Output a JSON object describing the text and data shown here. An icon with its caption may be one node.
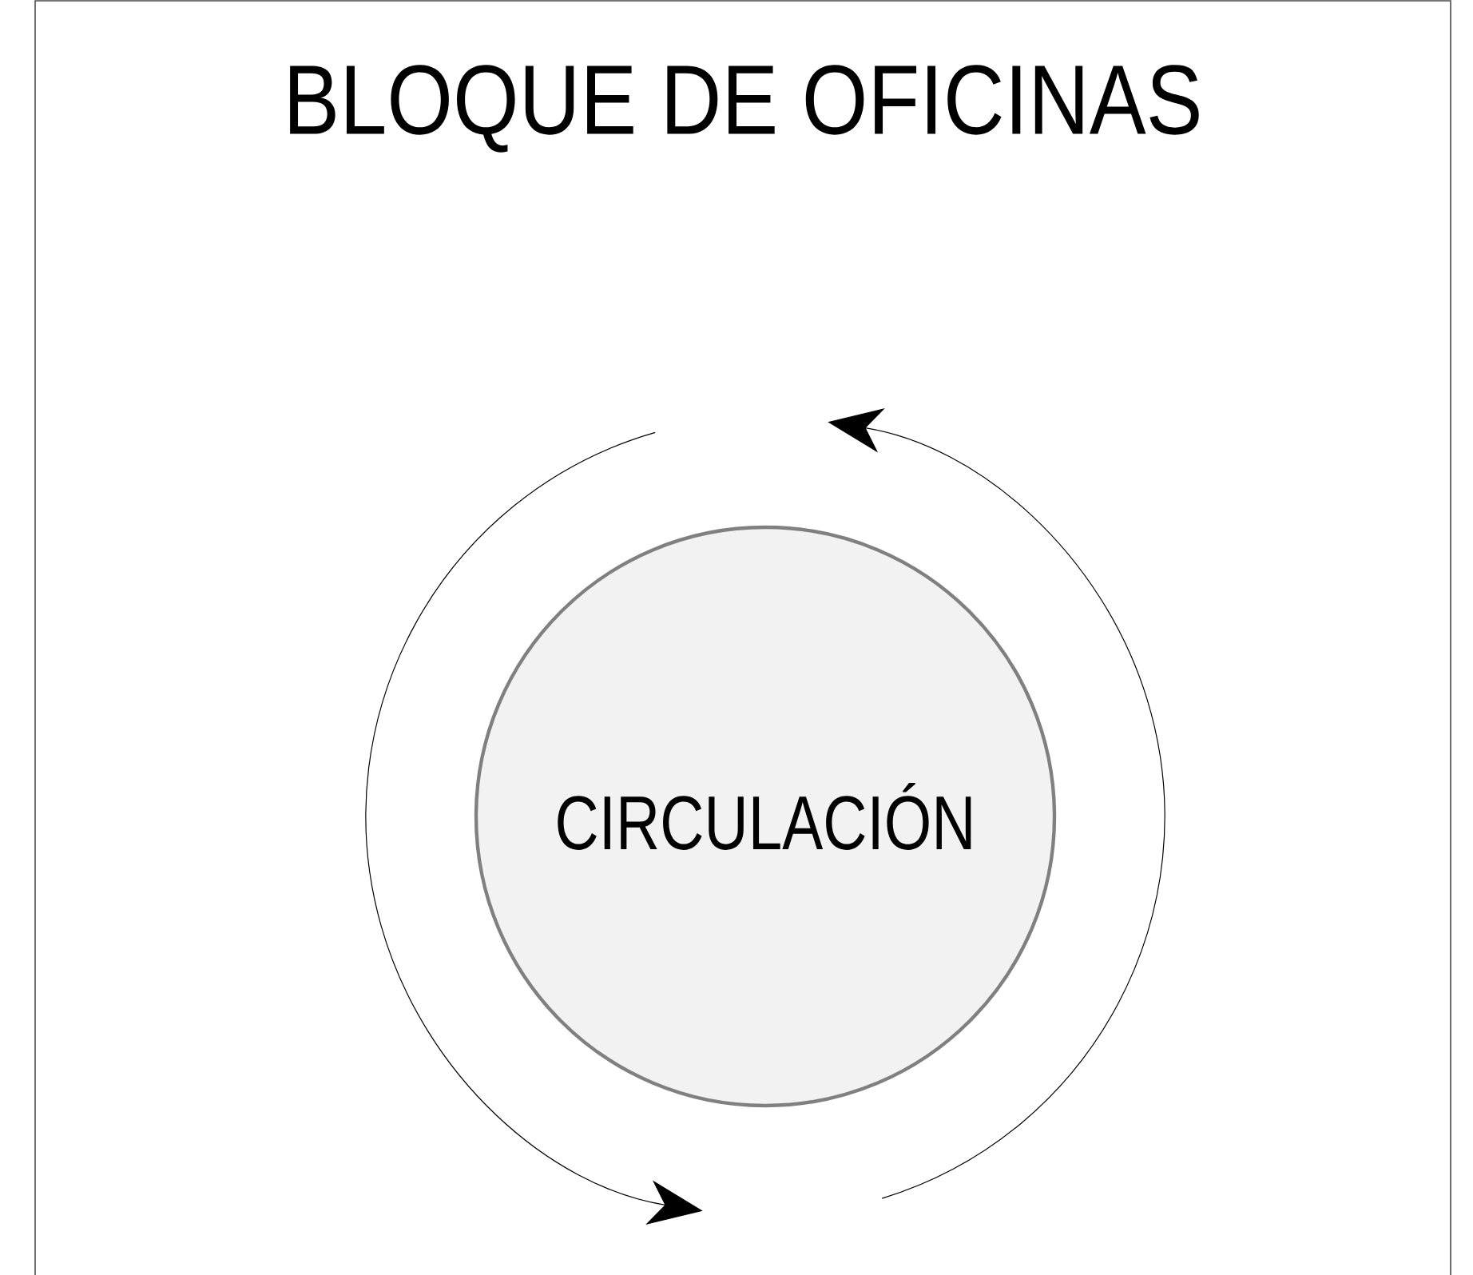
{
  "diagram": {
    "nodes": [
      {
        "text": [
          "BLOQUE DE OFICINAS"
        ]
      },
      {
        "text": [
          "CIRCULACIÓN"
        ],
        "in": 0
      }
    ]
  }
}
